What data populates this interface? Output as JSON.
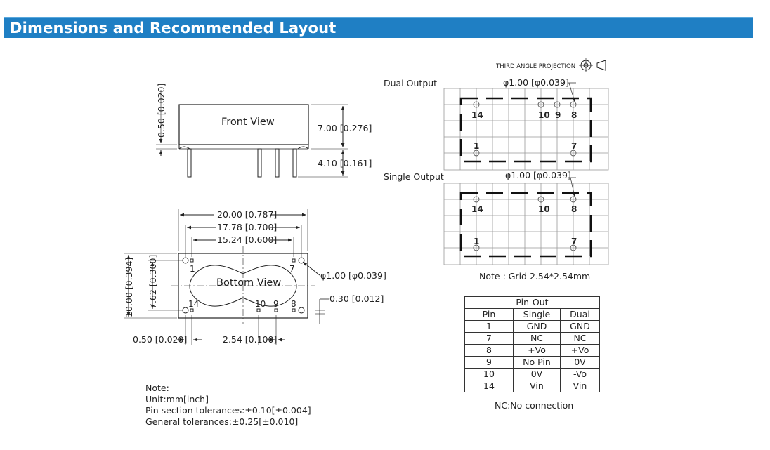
{
  "header": {
    "title": "Dimensions and Recommended Layout"
  },
  "projection": {
    "label": "THIRD ANGLE PROJECTION"
  },
  "front_view": {
    "title": "Front View",
    "dim_offset": "0.50 [0.020]",
    "dim_height": "7.00 [0.276]",
    "dim_pin": "4.10 [0.161]"
  },
  "bottom_view": {
    "title": "Bottom View",
    "dim_width": "20.00 [0.787]",
    "dim_pin_span": "17.78 [0.700]",
    "dim_pin_span2": "15.24 [0.600]",
    "dim_height": "10.00 [0.394]",
    "dim_row": "7.62 [0.300]",
    "dim_hole": "φ1.00 [φ0.039]",
    "dim_thk": "0.30 [0.012]",
    "dim_edge": "0.50 [0.020]",
    "dim_pitch": "2.54 [0.100]",
    "pins": {
      "p1": "1",
      "p7": "7",
      "p14": "14",
      "p10": "10",
      "p9": "9",
      "p8": "8"
    }
  },
  "dual_output": {
    "title": "Dual Output",
    "hole": "φ1.00 [φ0.039]",
    "pins": {
      "p14": "14",
      "p10": "10",
      "p9": "9",
      "p8": "8",
      "p1": "1",
      "p7": "7"
    }
  },
  "single_output": {
    "title": "Single Output",
    "hole": "φ1.00 [φ0.039]",
    "pins": {
      "p14": "14",
      "p10": "10",
      "p8": "8",
      "p1": "1",
      "p7": "7"
    }
  },
  "grid_note": "Note : Grid 2.54*2.54mm",
  "notes": {
    "title": "Note:",
    "unit": "Unit:mm[inch]",
    "pin_tol": "Pin section tolerances:±0.10[±0.004]",
    "gen_tol": "General tolerances:±0.25[±0.010]"
  },
  "pinout": {
    "title": "Pin-Out",
    "headers": [
      "Pin",
      "Single",
      "Dual"
    ],
    "rows": [
      [
        "1",
        "GND",
        "GND"
      ],
      [
        "7",
        "NC",
        "NC"
      ],
      [
        "8",
        "+Vo",
        "+Vo"
      ],
      [
        "9",
        "No Pin",
        "0V"
      ],
      [
        "10",
        "0V",
        "-Vo"
      ],
      [
        "14",
        "Vin",
        "Vin"
      ]
    ],
    "footnote": "NC:No connection"
  }
}
